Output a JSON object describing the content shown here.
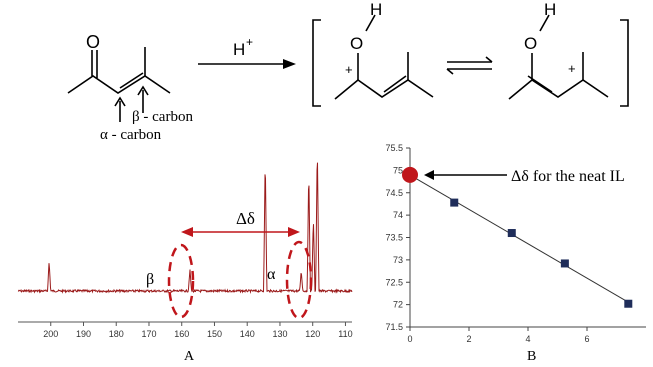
{
  "scheme": {
    "reactant": {
      "atom_O": "O",
      "alpha_label": "α - carbon",
      "beta_label": "β - carbon"
    },
    "reagent": "H",
    "reagent_charge": "+",
    "cation_left": {
      "atom_O": "O",
      "atom_H": "H",
      "charge": "+"
    },
    "cation_right": {
      "atom_O": "O",
      "atom_H": "H",
      "charge": "+"
    }
  },
  "panel_a": {
    "caption": "A",
    "beta_symbol": "β",
    "alpha_symbol": "α",
    "delta_label": "Δδ",
    "chart_data": {
      "type": "line",
      "x_axis": {
        "range": [
          210,
          108
        ],
        "ticks": [
          200,
          190,
          180,
          170,
          160,
          150,
          140,
          130,
          120,
          110
        ]
      },
      "peaks": [
        {
          "ppm": 200.5,
          "height": 0.22
        },
        {
          "ppm": 157.5,
          "height": 0.16
        },
        {
          "ppm": 134.5,
          "height": 1.0
        },
        {
          "ppm": 123.5,
          "height": 0.15
        },
        {
          "ppm": 121.2,
          "height": 0.9
        },
        {
          "ppm": 119.8,
          "height": 0.55
        },
        {
          "ppm": 118.6,
          "height": 1.1
        }
      ],
      "color": "#9b1b1b"
    }
  },
  "panel_b": {
    "caption": "B",
    "annotation": "Δδ for the neat IL",
    "chart_data": {
      "type": "scatter",
      "x": [
        0,
        1.5,
        3.45,
        5.25,
        7.4
      ],
      "y": [
        74.9,
        74.28,
        73.6,
        72.92,
        72.02
      ],
      "xlim": [
        0,
        8
      ],
      "ylim": [
        71.5,
        75.5
      ],
      "x_ticks": [
        0,
        2,
        4,
        6
      ],
      "y_ticks": [
        71.5,
        72,
        72.5,
        73,
        73.5,
        74,
        74.5,
        75,
        75.5
      ],
      "trendline": true,
      "marker_color": "#1f2d5a",
      "highlight_color": "#c0161b"
    }
  }
}
